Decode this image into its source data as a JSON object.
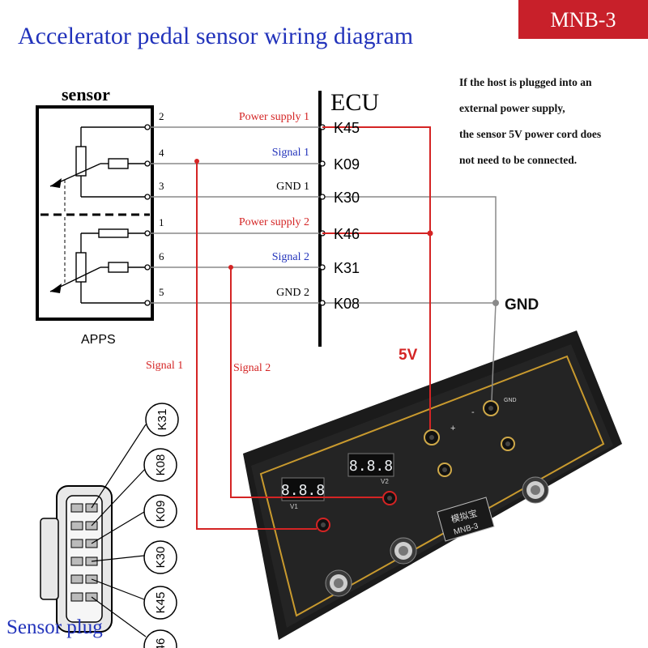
{
  "header": {
    "title": "Accelerator pedal sensor wiring diagram",
    "model_badge": "MNB-3"
  },
  "note": {
    "lines": [
      "If the host is plugged into an",
      "external power supply,",
      "the sensor 5V power cord does",
      "not need to be connected."
    ]
  },
  "sensor": {
    "title": "sensor",
    "caption": "APPS",
    "pins": [
      "2",
      "4",
      "3",
      "1",
      "6",
      "5"
    ]
  },
  "ecu": {
    "title": "ECU",
    "terminals": [
      "K45",
      "K09",
      "K30",
      "K46",
      "K31",
      "K08"
    ]
  },
  "wires": {
    "labels": [
      "Power supply 1",
      "Signal 1",
      "GND 1",
      "Power supply 2",
      "Signal 2",
      "GND 2"
    ]
  },
  "labels": {
    "gnd": "GND",
    "five_v": "5V",
    "signal1": "Signal 1",
    "signal2": "Signal 2"
  },
  "plug": {
    "title": "Sensor plug",
    "pins": [
      "K31",
      "K08",
      "K09",
      "K30",
      "K45",
      "46"
    ]
  },
  "device": {
    "display_v1": "8.8.8",
    "display_v2": "8.8.8",
    "label_v1": "V1",
    "label_v2": "V2",
    "brand": "模拟宝",
    "model": "MNB-3",
    "plus": "+",
    "minus": "-",
    "gnd": "GND"
  },
  "colors": {
    "red_wire": "#d42424",
    "gray_wire": "#8a8a8a",
    "badge": "#c8202a",
    "title": "#2233bb"
  }
}
